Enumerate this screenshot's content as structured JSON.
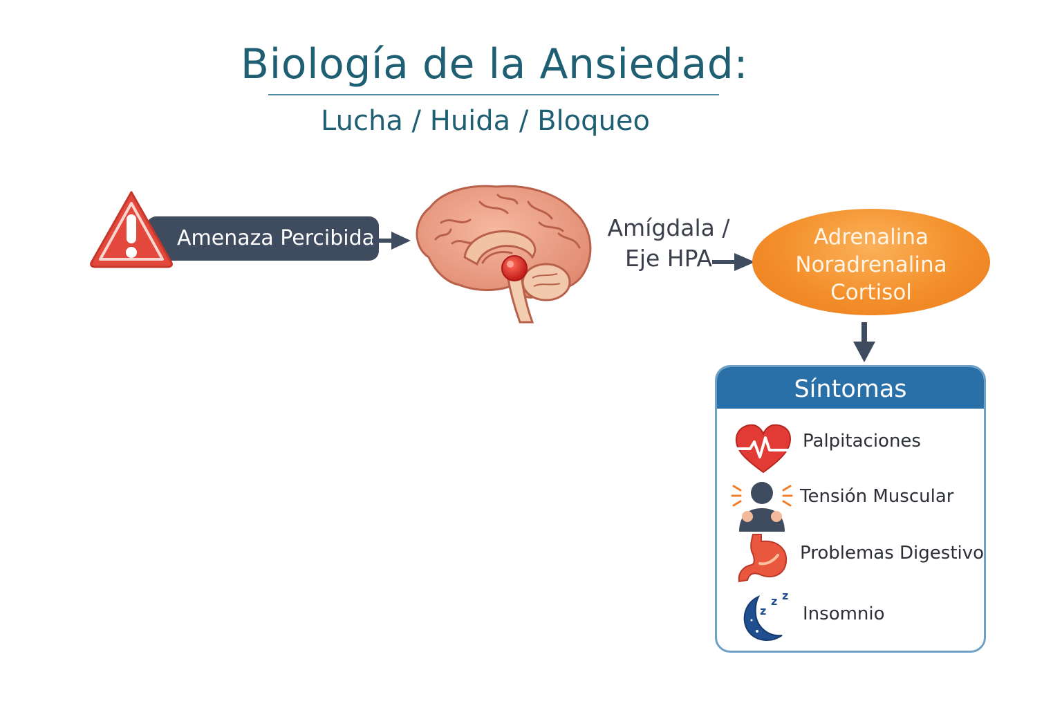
{
  "title": "Biología de la Ansiedad:",
  "subtitle": "Lucha / Huida / Bloqueo",
  "trigger": {
    "label": "Amenaza Percibida"
  },
  "pathway": {
    "line1": "Amígdala /",
    "line2": "Eje HPA"
  },
  "hormones": [
    "Adrenalina",
    "Noradrenalina",
    "Cortisol"
  ],
  "symptoms": {
    "header": "Síntomas",
    "items": [
      {
        "label": "Palpitaciones",
        "icon": "heart-pulse-icon"
      },
      {
        "label": "Tensión Muscular",
        "icon": "tense-person-icon"
      },
      {
        "label": "Problemas Digestivos",
        "icon": "stomach-icon"
      },
      {
        "label": "Insomnio",
        "icon": "moon-sleep-icon"
      }
    ]
  },
  "colors": {
    "title": "#1f5f73",
    "trigger_pill": "#3f4b5e",
    "warning": "#e2483c",
    "hormone": "#f38f2a",
    "symptoms_header": "#2a70a8",
    "arrows": "#3f4b5e"
  }
}
